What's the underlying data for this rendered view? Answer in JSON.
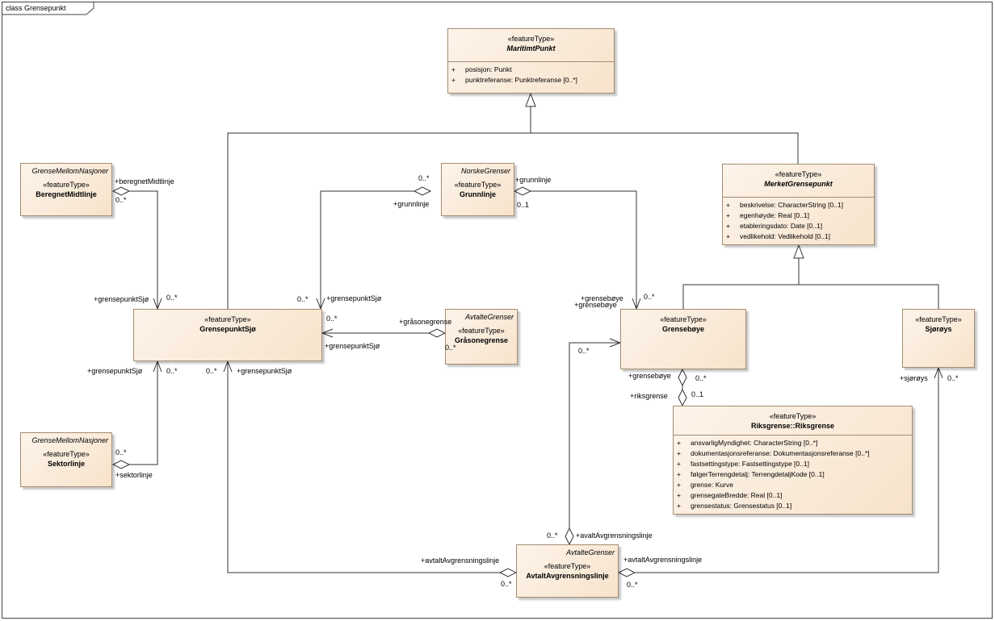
{
  "frame": {
    "title": "class Grensepunkt"
  },
  "classes": {
    "maritimt_punkt": {
      "stereotype": "«featureType»",
      "name": "MaritimtPunkt",
      "attributes": [
        {
          "vis": "+",
          "text": "posisjon: Punkt"
        },
        {
          "vis": "+",
          "text": "punktreferanse: Punktreferanse [0..*]"
        }
      ]
    },
    "merket_grensepunkt": {
      "stereotype": "«featureType»",
      "name": "MerketGrensepunkt",
      "attributes": [
        {
          "vis": "+",
          "text": "beskrivelse: CharacterString [0..1]"
        },
        {
          "vis": "+",
          "text": "egenhøyde: Real [0..1]"
        },
        {
          "vis": "+",
          "text": "etableringsdato: Date [0..1]"
        },
        {
          "vis": "+",
          "text": "vedlikehold: Vedlikehold [0..1]"
        }
      ]
    },
    "beregnet_midtlinje": {
      "package": "GrenseMellomNasjoner",
      "stereotype": "«featureType»",
      "name": "BeregnetMidtlinje"
    },
    "grunnlinje": {
      "package": "NorskeGrenser",
      "stereotype": "«featureType»",
      "name": "Grunnlinje"
    },
    "grensepunkt_sjo": {
      "stereotype": "«featureType»",
      "name": "GrensepunktSjø"
    },
    "grasonegrense": {
      "package": "AvtalteGrenser",
      "stereotype": "«featureType»",
      "name": "Gråsonegrense"
    },
    "grenseboye": {
      "stereotype": "«featureType»",
      "name": "Grensebøye"
    },
    "sjoroys": {
      "stereotype": "«featureType»",
      "name": "Sjørøys"
    },
    "sektorlinje": {
      "package": "GrenseMellomNasjoner",
      "stereotype": "«featureType»",
      "name": "Sektorlinje"
    },
    "riksgrense": {
      "stereotype": "«featureType»",
      "name": "Riksgrense::Riksgrense",
      "attributes": [
        {
          "vis": "+",
          "text": "ansvarligMyndighet: CharacterString [0..*]"
        },
        {
          "vis": "+",
          "text": "dokumentasjonsreferanse: Dokumentasjonsreferanse [0..*]"
        },
        {
          "vis": "+",
          "text": "fastsettingstype: Fastsettingstype [0..1]"
        },
        {
          "vis": "+",
          "text": "følgerTerrengdetalj: TerrengdetaljKode [0..1]"
        },
        {
          "vis": "+",
          "text": "grense: Kurve"
        },
        {
          "vis": "+",
          "text": "grensegateBredde: Real [0..1]"
        },
        {
          "vis": "+",
          "text": "grensestatus: Grensestatus [0..1]"
        }
      ]
    },
    "avtalt_avgrensningslinje": {
      "package": "AvtalteGrenser",
      "stereotype": "«featureType»",
      "name": "AvtaltAvgrensningslinje"
    }
  },
  "labels": {
    "beregnet_role": "+beregnetMidtlinje",
    "beregnet_mult": "0..*",
    "gps_beregnet_role": "+grensepunktSjø",
    "gps_beregnet_mult": "0..*",
    "grunn_left_mult": "0..*",
    "grunn_left_role": "+grunnlinje",
    "grunn_right_role": "+grunnlinje",
    "grunn_right_mult": "0..1",
    "gps_grunn_mult": "0..*",
    "gps_grunn_role": "+grensepunktSjø",
    "gps_graa_mult": "0..*",
    "graa_role": "+gråsonegrense",
    "gps_graa_role": "+grensepunktSjø",
    "graa_mult": "0..*",
    "gps_sektor_role": "+grensepunktSjø",
    "gps_sektor_mult": "0..*",
    "sektor_mult": "0..*",
    "sektor_role": "+sektorlinje",
    "gps_avtalt_mult": "0..*",
    "gps_avtalt_role": "+grensepunktSjø",
    "avtalt_left_role": "+avtaltAvgrensningslinje",
    "avtalt_left_mult": "0..*",
    "avtalt_right_role": "+avtaltAvgrensningslinje",
    "avtalt_right_mult": "0..*",
    "boye_grunn_role_1": "+grensebøye",
    "boye_grunn_role_2": "+grensebøye",
    "boye_grunn_mult": "0..*",
    "boye_avtalt_mult": "0..*",
    "avtalt_up_mult": "0..*",
    "avtalt_up_role": "+avaltAvgrensningslinje",
    "boye_riks_role": "+grensebøye",
    "boye_riks_mult": "0..*",
    "riks_role": "+riksgrense",
    "riks_mult": "0..1",
    "sjoroys_role": "+sjørøys",
    "sjoroys_mult": "0..*"
  }
}
